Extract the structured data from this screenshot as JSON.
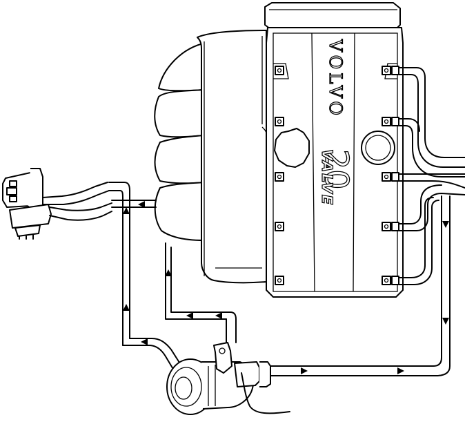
{
  "engine_cover": {
    "brand_text": "VOLVO",
    "number_text": "20",
    "valve_text": "VALVE"
  },
  "icons": {
    "engine": "engine-icon",
    "injector": "fuel-injector-icon",
    "regulator": "pressure-regulator-icon",
    "flow_arrow": "flow-arrow-icon"
  }
}
